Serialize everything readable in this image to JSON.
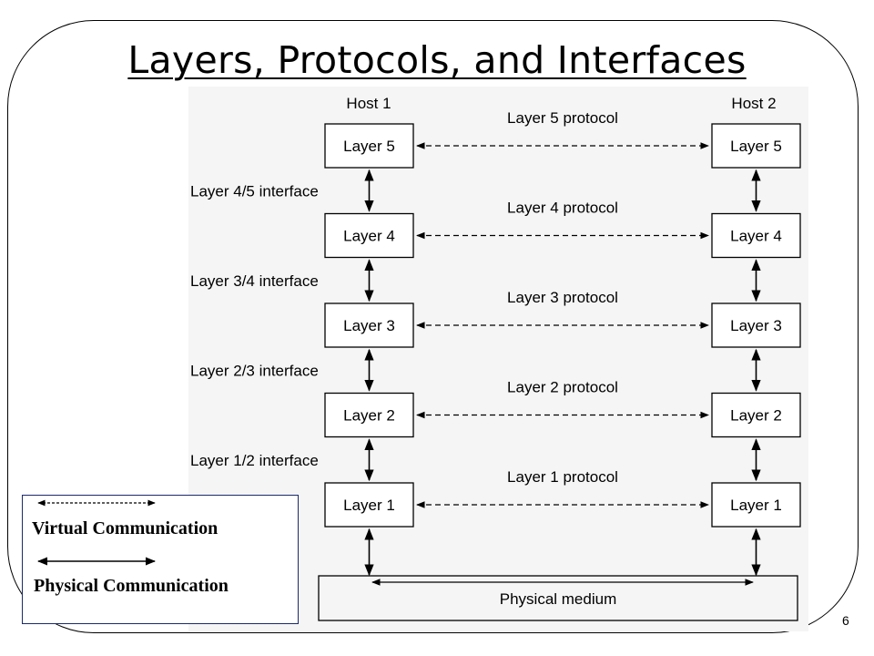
{
  "title": "Layers, Protocols, and Interfaces",
  "page_number": "6",
  "hosts": {
    "left": "Host 1",
    "right": "Host 2"
  },
  "layers": [
    {
      "left": "Layer 5",
      "right": "Layer 5",
      "protocol": "Layer 5 protocol"
    },
    {
      "left": "Layer 4",
      "right": "Layer 4",
      "protocol": "Layer 4 protocol"
    },
    {
      "left": "Layer 3",
      "right": "Layer 3",
      "protocol": "Layer 3 protocol"
    },
    {
      "left": "Layer 2",
      "right": "Layer 2",
      "protocol": "Layer 2 protocol"
    },
    {
      "left": "Layer 1",
      "right": "Layer 1",
      "protocol": "Layer 1 protocol"
    }
  ],
  "interfaces": [
    "Layer 4/5 interface",
    "Layer 3/4 interface",
    "Layer 2/3 interface",
    "Layer 1/2 interface"
  ],
  "medium": "Physical medium",
  "legend": {
    "virtual": "Virtual Communication",
    "physical": "Physical Communication"
  },
  "colors": {
    "legend_border": "#1a2a6c",
    "diagram_background": "#f5f5f5"
  }
}
